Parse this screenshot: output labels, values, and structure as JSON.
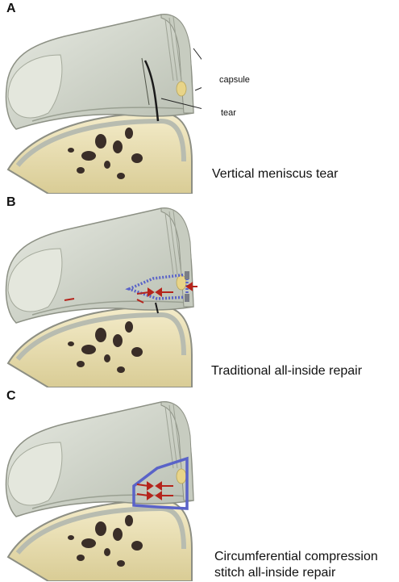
{
  "panels": [
    {
      "letter": "A",
      "caption": "Vertical meniscus tear",
      "labels": {
        "capsule": "capsule",
        "tear": "tear"
      }
    },
    {
      "letter": "B",
      "caption": "Traditional all-inside repair"
    },
    {
      "letter": "C",
      "caption_lines": [
        "Circumferential compression",
        "stitch all-inside repair"
      ]
    }
  ],
  "colors": {
    "meniscus": "#d7dbd1",
    "meniscus_shade": "#b9bfb2",
    "bone": "#efe6bf",
    "bone_pores": "#3a2e28",
    "cartilage": "#cdd2c8",
    "suture": "#5a63c8",
    "arrow": "#b5241c"
  }
}
